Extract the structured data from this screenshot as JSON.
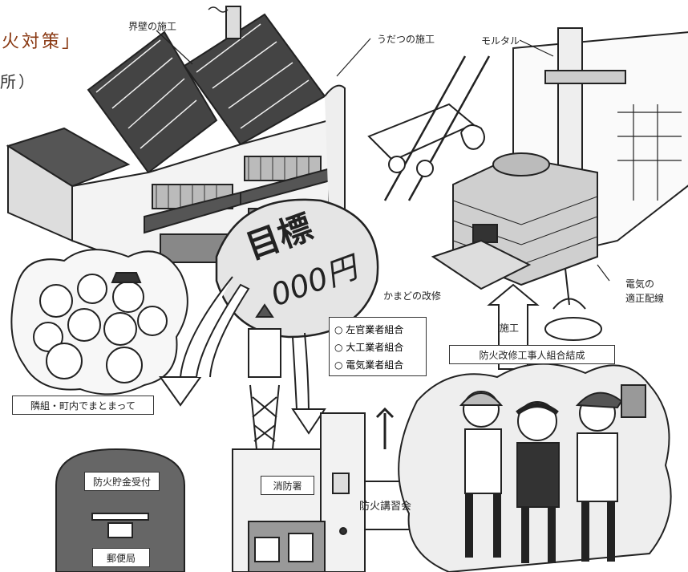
{
  "title": {
    "line1": "火対策」",
    "line2": "所）"
  },
  "labels": {
    "wall": "界壁の施工",
    "udatsu": "うだつの施工",
    "mortar": "モルタル",
    "kamado": "かまどの改修",
    "electric": "電気の\n適正配線",
    "construction": "施工",
    "association": "防火改修工事人組合結成",
    "neighborhood": "隣組・町内でまとまって",
    "savings": "防火貯金受付",
    "post_office": "郵便局",
    "fire_station": "消防署",
    "lecture": "防火講習会"
  },
  "goal_bubble": {
    "line1": "目標",
    "line2": "000円"
  },
  "unions": [
    "○ 左官業者組合",
    "○ 大工業者組合",
    "○ 電気業者組合"
  ]
}
